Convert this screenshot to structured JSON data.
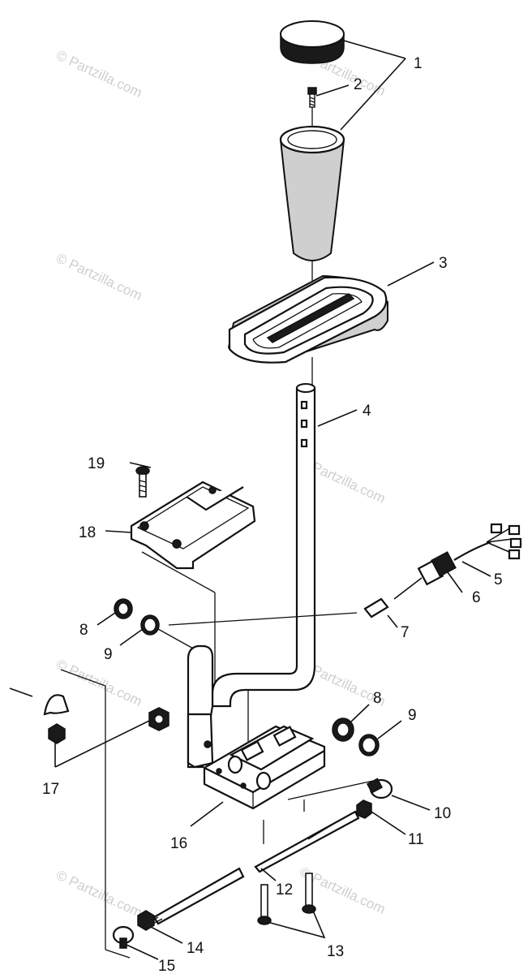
{
  "watermark": "© Partzilla.com",
  "callouts": {
    "c1": "1",
    "c2": "2",
    "c3": "3",
    "c4": "4",
    "c5": "5",
    "c6": "6",
    "c7": "7",
    "c8a": "8",
    "c9a": "9",
    "c8b": "8",
    "c9b": "9",
    "c10": "10",
    "c11": "11",
    "c12": "12",
    "c13": "13",
    "c14": "14",
    "c15": "15",
    "c16": "16",
    "c17": "17",
    "c18": "18",
    "c19": "19"
  }
}
